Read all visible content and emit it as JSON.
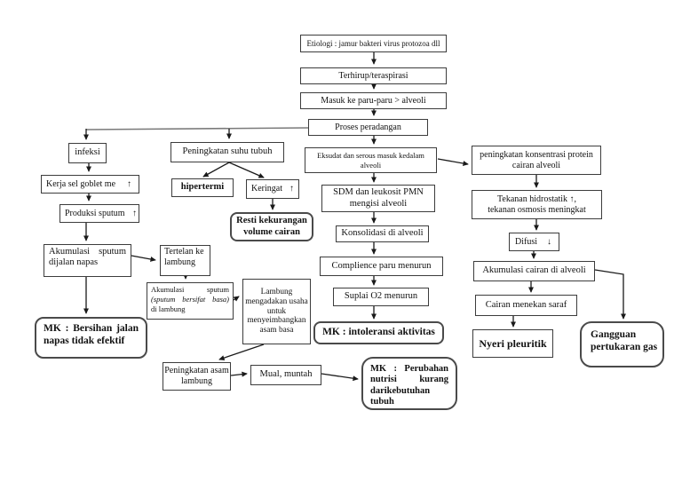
{
  "page": {
    "background": "#ffffff",
    "ink": "#1a1a1a",
    "box_border": "#3c3c3c"
  },
  "nodes": {
    "etiologi": "Etiologi : jamur bakteri virus protozoa dll",
    "terhirup": "Terhirup/teraspirasi",
    "masuk": "Masuk ke paru-paru > alveoli",
    "proses": "Proses peradangan",
    "infeksi": "infeksi",
    "kerja_goblet": {
      "text": "Kerja sel goblet me",
      "arrow": "↑"
    },
    "produksi_sputum": {
      "text": "Produksi sputum",
      "arrow": "↑"
    },
    "akumulasi_napas": "Akumulasi sputum dijalan napas",
    "mk_bersihan": "MK : Bersihan jalan napas tidak efektif",
    "tertelan": "Tertelan ke lambung",
    "akumulasi_lambung": {
      "line1": "Akumulasi sputum",
      "line2": "(sputum bersifat basa)",
      "line3": "di lambung"
    },
    "lambung_usaha": "Lambung mengadakan usaha untuk menyeimbangkan asam basa",
    "peningkatan_asam": "Peningkatan asam lambung",
    "mual": "Mual, muntah",
    "mk_nutrisi": "MK : Perubahan nutrisi kurang darikebutuhan tubuh",
    "suhu": "Peningkatan suhu tubuh",
    "hipertermi": "hipertermi",
    "keringat": {
      "text": "Keringat",
      "arrow": "↑"
    },
    "resti": "Resti kekurangan volume cairan",
    "eksudat": "Eksudat dan serous masuk kedalam alveoli",
    "sdm": "SDM dan leukosit PMN mengisi alveoli",
    "konsolidasi": "Konsolidasi di alveoli",
    "complience": "Complience paru menurun",
    "suplai": "Suplai O2 menurun",
    "mk_intoleransi": "MK : intoleransi aktivitas",
    "protein": "peningkatan konsentrasi protein cairan alveoli",
    "tekanan": {
      "line1": "Tekanan hidrostatik ↑,",
      "line2": "tekanan osmosis meningkat"
    },
    "difusi": {
      "text": "Difusi",
      "arrow": "↓"
    },
    "akumulasi_cairan": "Akumulasi cairan di alveoli",
    "cairan_saraf": "Cairan menekan saraf",
    "nyeri": "Nyeri pleuritik",
    "gangguan": "Gangguan pertukaran gas"
  }
}
